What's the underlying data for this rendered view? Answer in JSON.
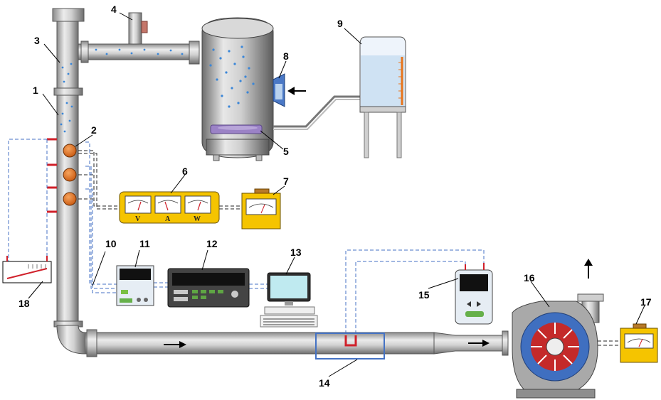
{
  "labels": {
    "l1": "1",
    "l2": "2",
    "l3": "3",
    "l4": "4",
    "l5": "5",
    "l6": "6",
    "l7": "7",
    "l8": "8",
    "l9": "9",
    "l10": "10",
    "l11": "11",
    "l12": "12",
    "l13": "13",
    "l14": "14",
    "l15": "15",
    "l16": "16",
    "l17": "17",
    "l18": "18"
  },
  "meter_labels": {
    "v": "V",
    "a": "A",
    "w": "W"
  },
  "colors": {
    "pipe": "#c9c9c9",
    "pipe_dark": "#7a7a7a",
    "dashed_blue": "#4472c4",
    "yellow": "#f5c400",
    "orange": "#e8741a",
    "red": "#d0202a",
    "bubble": "#3a86d8",
    "water": "#cfe2f3"
  }
}
